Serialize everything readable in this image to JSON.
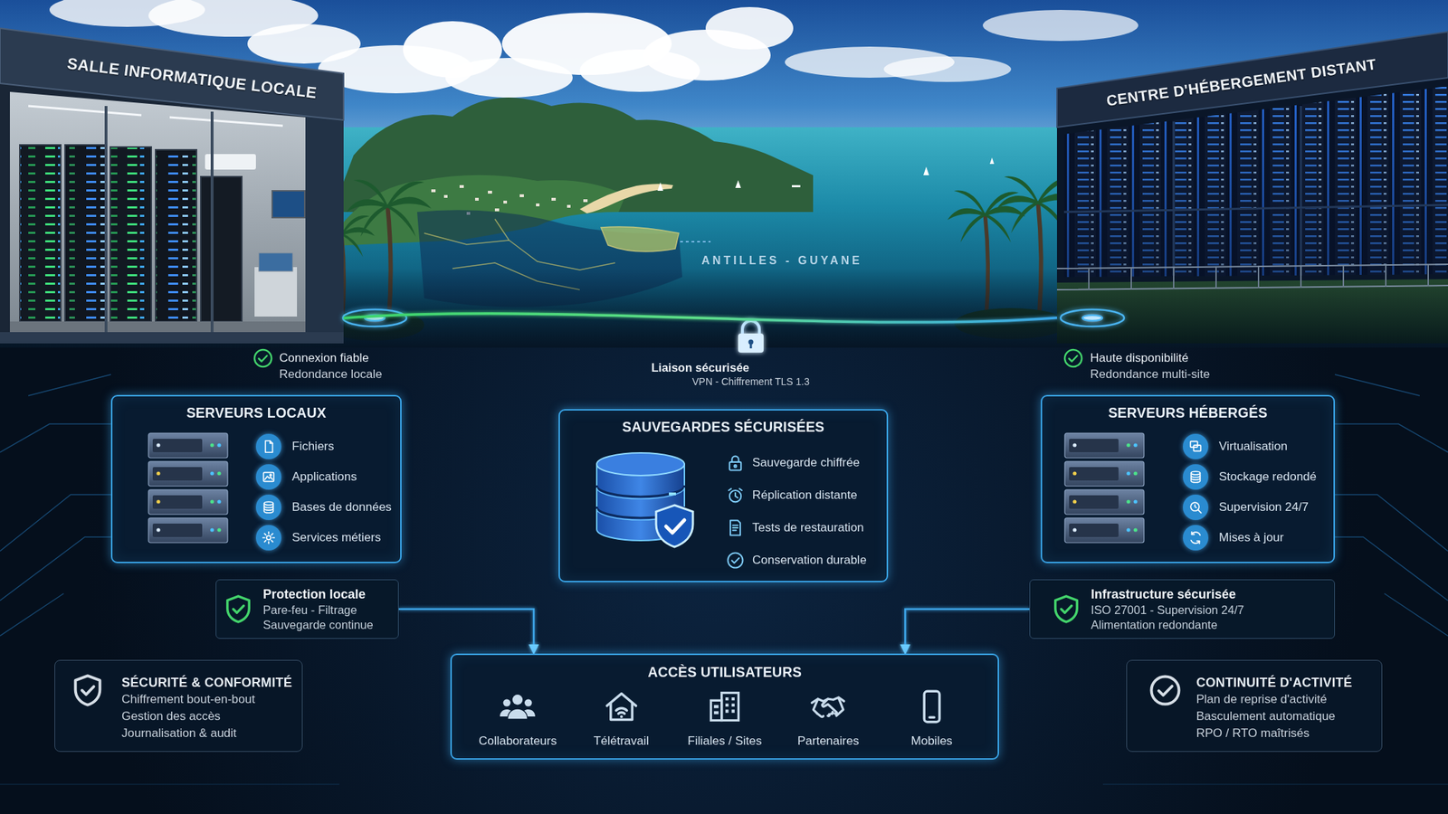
{
  "diagram": {
    "nodes": [
      {
        "text": [
          "SALLE INFORMATIQUE LOCALE"
        ]
      },
      {
        "text": [
          "CENTRE D'HÉBERGEMENT DISTANT"
        ]
      },
      {
        "text": [
          "SERVEURS LOCAUX",
          "Fichiers",
          "Applications",
          "Bases de données",
          "Services métiers"
        ]
      },
      {
        "text": [
          "SAUVEGARDES SÉCURISÉES",
          "Sauvegarde chiffrée",
          "Réplication distante",
          "Tests de restauration",
          "Conservation durable"
        ]
      },
      {
        "text": [
          "SERVEURS HÉBERGÉS",
          "Virtualisation",
          "Stockage redondé",
          "Supervision 24/7",
          "Mises à jour"
        ]
      },
      {
        "text": [
          "Protection locale",
          "Pare-feu - Filtrage",
          "Sauvegarde continue"
        ]
      },
      {
        "text": [
          "Infrastructure sécurisée",
          "ISO 27001 - Supervision 24/7",
          "Alimentation redondante"
        ]
      },
      {
        "text": [
          "SÉCURITÉ & CONFORMITÉ",
          "Chiffrement bout-en-bout",
          "Gestion des accès",
          "Journalisation & audit"
        ]
      },
      {
        "text": [
          "ACCÈS UTILISATEURS",
          "Collaborateurs",
          "Télétravail",
          "Filiales / Sites",
          "Partenaires",
          "Mobiles"
        ]
      },
      {
        "text": [
          "CONTINUITÉ D'ACTIVITÉ",
          "Plan de reprise d'activité",
          "Basculement automatique",
          "RPO / RTO maîtrisés"
        ]
      }
    ],
    "edges": [
      {
        "from": 0,
        "to": 1,
        "label": "Liaison sécurisée",
        "arrow": "none"
      },
      {
        "from": 2,
        "to": 3,
        "arrow": "to"
      },
      {
        "from": 3,
        "to": 4,
        "arrow": "to"
      },
      {
        "from": 2,
        "to": 5,
        "arrow": "none"
      },
      {
        "from": 5,
        "to": 8,
        "arrow": "to"
      },
      {
        "from": 3,
        "to": 8,
        "arrow": "none"
      },
      {
        "from": 4,
        "to": 6,
        "arrow": "none"
      },
      {
        "from": 6,
        "to": 8,
        "arrow": "to"
      }
    ],
    "labels": [
      "ANTILLES - GUYANE",
      "Connexion fiable",
      "Redondance locale",
      "VPN - Chiffrement TLS 1.3",
      "Haute disponibilité",
      "Redondance multi-site"
    ]
  }
}
